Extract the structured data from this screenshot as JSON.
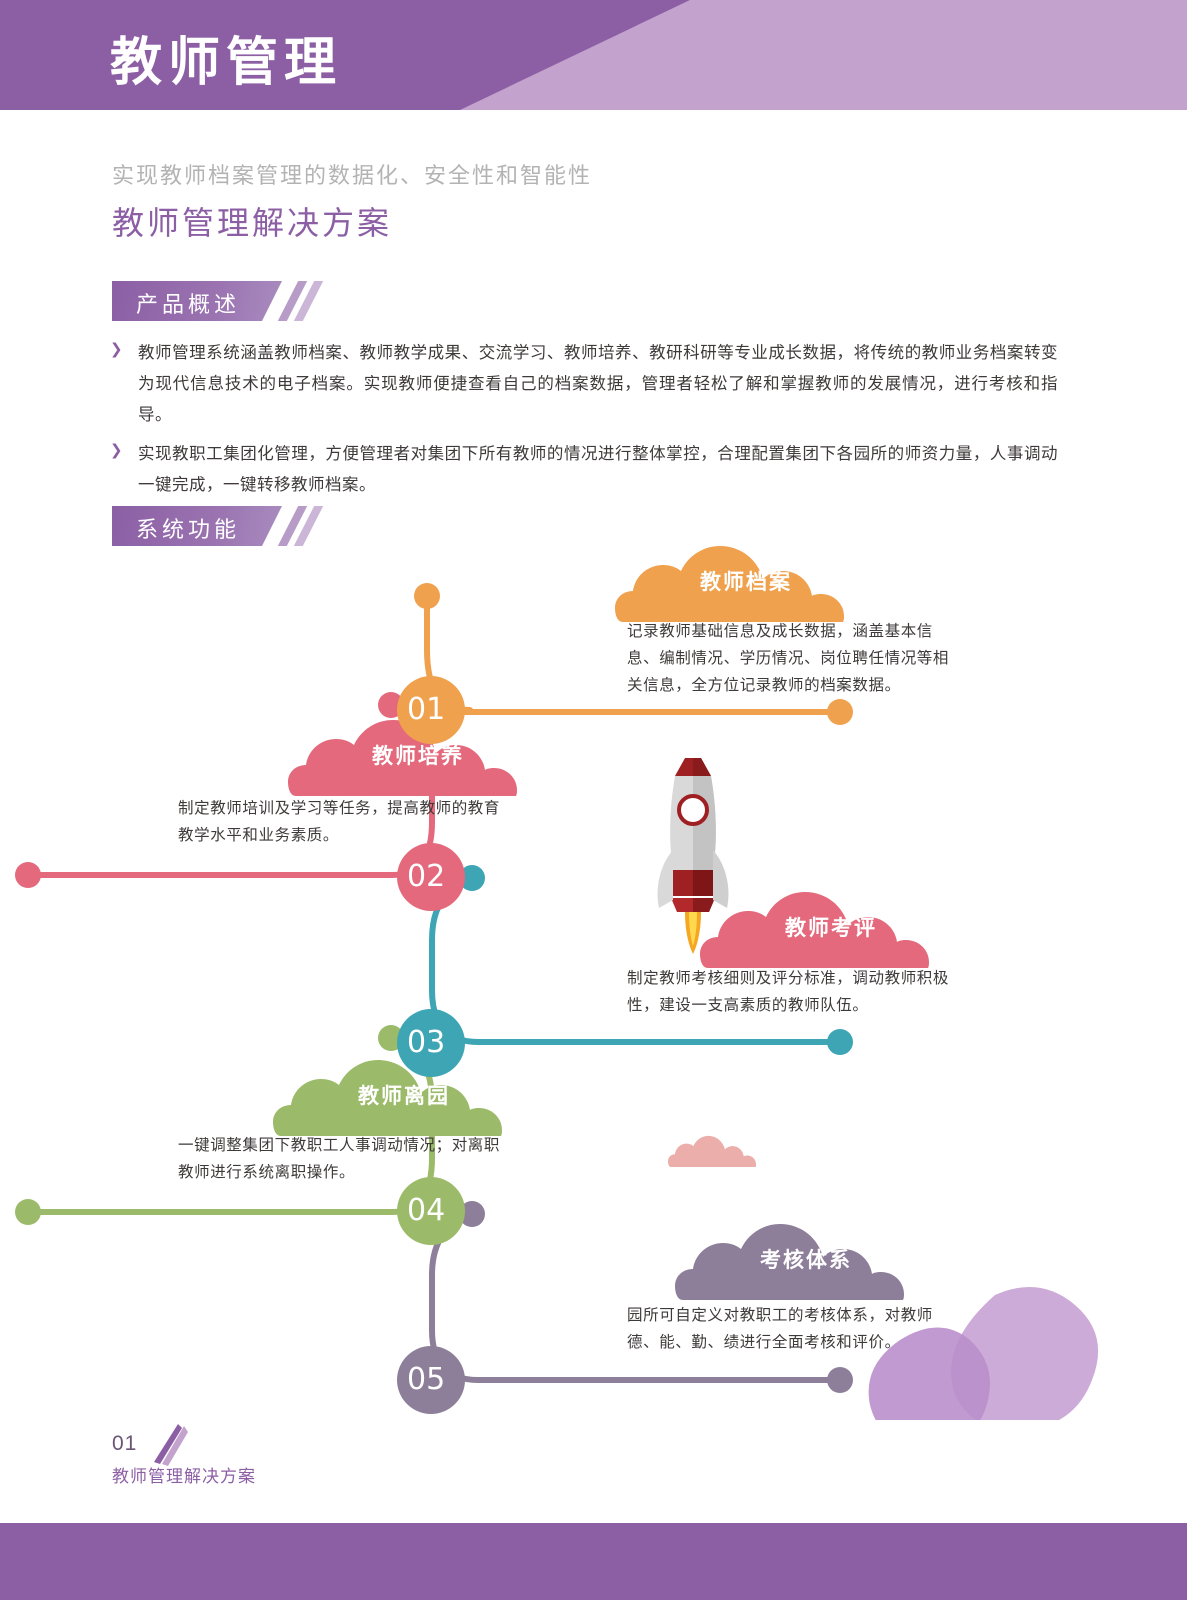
{
  "header": {
    "title": "教师管理"
  },
  "intro": {
    "subtitle": "实现教师档案管理的数据化、安全性和智能性",
    "title": "教师管理解决方案"
  },
  "sections": {
    "overview_label": "产品概述",
    "features_label": "系统功能"
  },
  "overview_bullets": [
    "教师管理系统涵盖教师档案、教师教学成果、交流学习、教师培养、教研科研等专业成长数据，将传统的教师业务档案转变为现代信息技术的电子档案。实现教师便捷查看自己的档案数据，管理者轻松了解和掌握教师的发展情况，进行考核和指导。",
    "实现教职工集团化管理，方便管理者对集团下所有教师的情况进行整体掌控，合理配置集团下各园所的师资力量，人事调动一键完成，一键转移教师档案。"
  ],
  "bullet_arrow": "❯",
  "features": [
    {
      "number": "01",
      "title": "教师档案",
      "desc_lines": [
        "记录教师基础信息及成长数据，涵盖基本信",
        "息、编制情况、学历情况、岗位聘任情况等相",
        "关信息，全方位记录教师的档案数据。"
      ],
      "color": "#efa14e",
      "side": "right"
    },
    {
      "number": "02",
      "title": "教师培养",
      "desc_lines": [
        "制定教师培训及学习等任务，提高教师的教育",
        "教学水平和业务素质。"
      ],
      "color": "#e4697c",
      "side": "left"
    },
    {
      "number": "03",
      "title": "教师考评",
      "desc_lines": [
        "制定教师考核细则及评分标准，调动教师积极",
        "性，建设一支高素质的教师队伍。"
      ],
      "color": "#3da5b4",
      "side": "right"
    },
    {
      "number": "04",
      "title": "教师离园",
      "desc_lines": [
        "一键调整集团下教职工人事调动情况；对离职",
        "教师进行系统离职操作。"
      ],
      "color": "#9cbb6a",
      "side": "left"
    },
    {
      "number": "05",
      "title": "考核体系",
      "desc_lines": [
        "园所可自定义对教职工的考核体系，对教师",
        "德、能、勤、绩进行全面考核和评价。"
      ],
      "color": "#8d7f99",
      "side": "right"
    }
  ],
  "cloud_colors": {
    "c1": "#efa14e",
    "c2": "#e4697c",
    "c3": "#e4697c",
    "c4": "#9cbb6a",
    "c5": "#8d7f99",
    "decor_small": "#e8a09c"
  },
  "footer": {
    "page_number": "01",
    "name": "教师管理解决方案"
  },
  "theme": {
    "purple": "#8c5fa5",
    "purple_light": "#c3a3cd",
    "text": "#3e3a39",
    "muted": "#b3b3b3"
  }
}
